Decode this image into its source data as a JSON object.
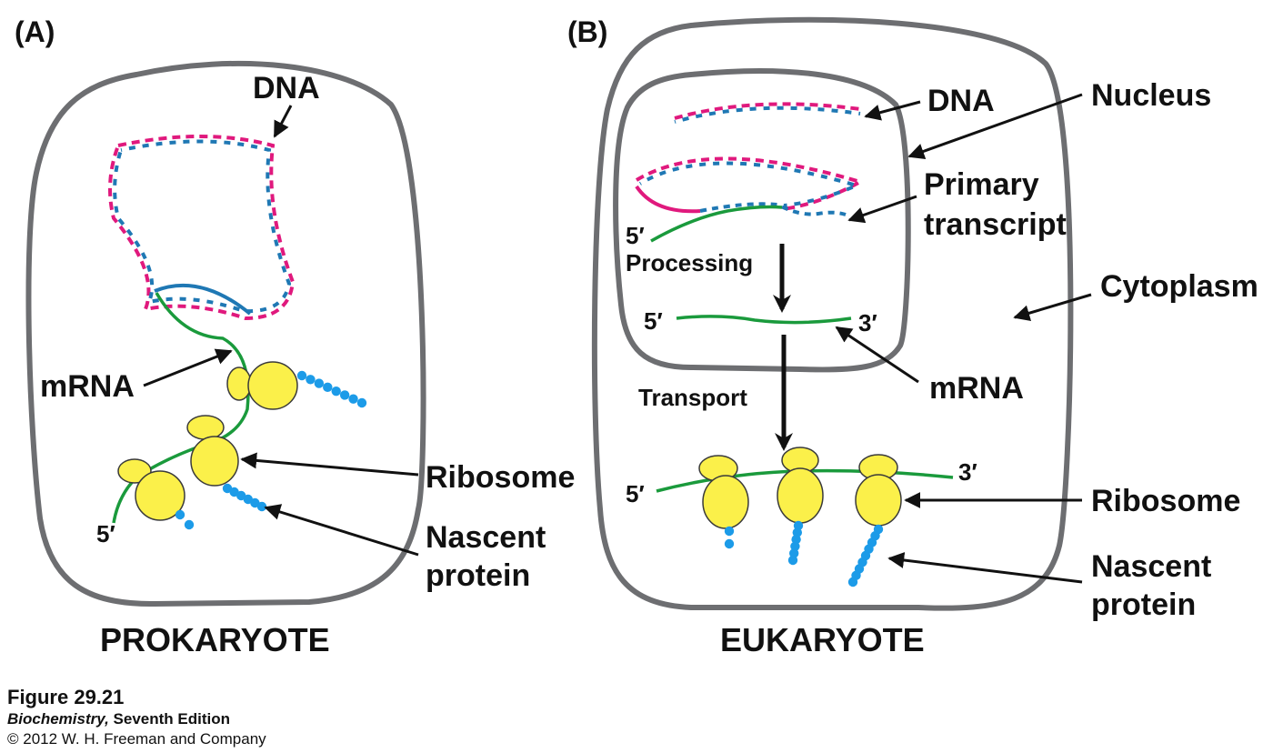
{
  "colors": {
    "membrane": "#6d6e71",
    "dna_strand_a": "#e0197d",
    "dna_strand_b": "#1f78b4",
    "mrna": "#1a9a3c",
    "ribosome_fill": "#fbf04a",
    "ribosome_stroke": "#3a3a3a",
    "protein": "#1c9be8",
    "arrow": "#111111"
  },
  "panel_a": {
    "letter": "(A)",
    "title": "PROKARYOTE",
    "labels": {
      "dna": "DNA",
      "mrna": "mRNA",
      "ribosome": "Ribosome",
      "nascent_line1": "Nascent",
      "nascent_line2": "protein",
      "five_prime": "5′"
    }
  },
  "panel_b": {
    "letter": "(B)",
    "title": "EUKARYOTE",
    "labels": {
      "dna": "DNA",
      "nucleus": "Nucleus",
      "primary_line1": "Primary",
      "primary_line2": "transcript",
      "cytoplasm": "Cytoplasm",
      "processing": "Processing",
      "transport": "Transport",
      "mrna": "mRNA",
      "ribosome": "Ribosome",
      "nascent_line1": "Nascent",
      "nascent_line2": "protein",
      "five_prime_a": "5′",
      "five_prime_b": "5′",
      "three_prime_b": "3′",
      "five_prime_c": "5′",
      "three_prime_c": "3′"
    }
  },
  "caption": {
    "figure": "Figure 29.21",
    "book_title": "Biochemistry,",
    "book_edition": " Seventh Edition",
    "copyright": "© 2012 W. H. Freeman and Company"
  }
}
